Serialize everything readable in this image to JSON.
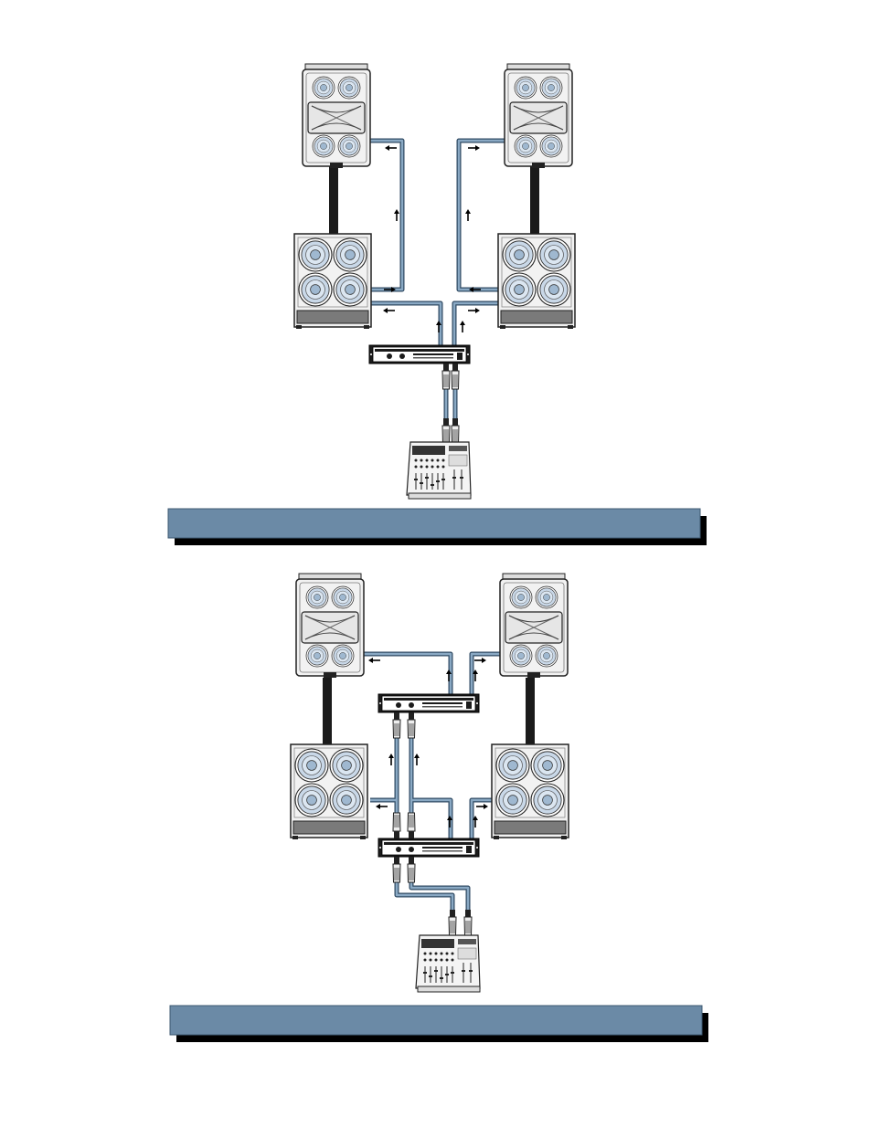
{
  "figures": [
    {
      "id": "figure-1",
      "caption": "",
      "components": [
        "top-speaker-left",
        "top-speaker-right",
        "subwoofer-left",
        "subwoofer-right",
        "power-amplifier",
        "mixer"
      ]
    },
    {
      "id": "figure-2",
      "caption": "",
      "components": [
        "top-speaker-left",
        "top-speaker-right",
        "subwoofer-left",
        "subwoofer-right",
        "power-amplifier-tops",
        "power-amplifier-subs",
        "mixer"
      ]
    }
  ],
  "colors": {
    "cable": "#6b8aa6",
    "cable_outline": "#2f4a63",
    "banner": "#6b8aa6",
    "cone": "#c9d8e8",
    "cabinet": "#f2f2f2",
    "cabinet_base": "#7a7a7a"
  },
  "icons": [
    "signal-arrow-icon",
    "xlr-plug-icon",
    "speaker-cone-icon"
  ]
}
